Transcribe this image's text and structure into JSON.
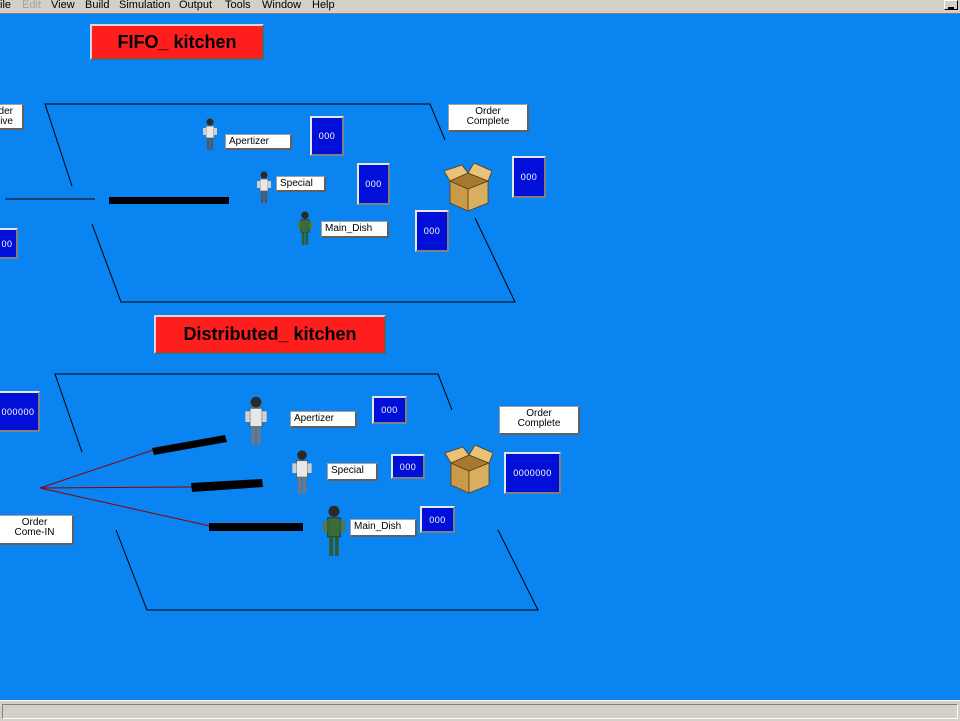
{
  "menu": {
    "items": [
      "ile",
      "Edit",
      "View",
      "Build",
      "Simulation",
      "Output",
      "Tools",
      "Window",
      "Help"
    ],
    "disabled": [
      "Edit"
    ]
  },
  "fifo": {
    "title": "FIFO_ kitchen",
    "order_arrive": "der\nive",
    "order_complete": "Order\nComplete",
    "apertizer": "Apertizer",
    "special": "Special",
    "main_dish": "Main_Dish",
    "counter_apertizer": "000",
    "counter_special": "000",
    "counter_main": "000",
    "counter_complete": "000",
    "counter_left": "00"
  },
  "distributed": {
    "title": "Distributed_ kitchen",
    "order_come_in": "Order\nCome-IN",
    "order_complete": "Order\nComplete",
    "apertizer": "Apertizer",
    "special": "Special",
    "main_dish": "Main_Dish",
    "counter_apertizer": "000",
    "counter_special": "000",
    "counter_main": "000",
    "counter_complete": "0000000",
    "counter_left": "000000"
  },
  "colors": {
    "background": "#0a84f0",
    "title_red": "#ff1e1e",
    "counter_blue": "#0010d8",
    "line_red": "#8b0000"
  }
}
